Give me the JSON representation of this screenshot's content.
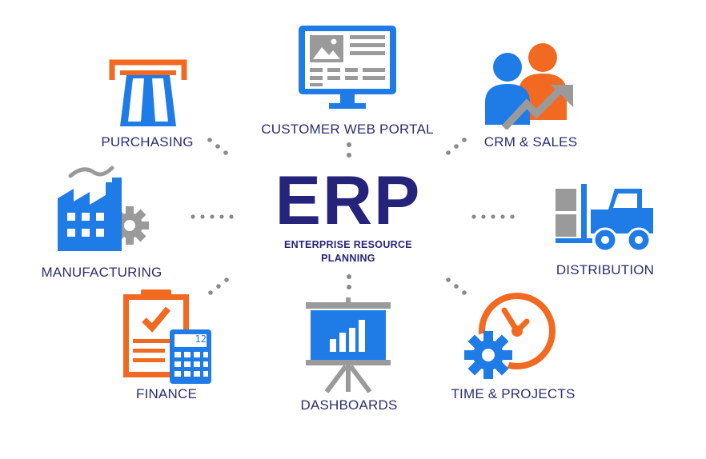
{
  "center": {
    "title": "ERP",
    "subtitle_line1": "ENTERPRISE RESOURCE",
    "subtitle_line2": "PLANNING"
  },
  "modules": [
    {
      "label": "CUSTOMER WEB PORTAL",
      "icon": "monitor-icon"
    },
    {
      "label": "CRM & SALES",
      "icon": "people-growth-icon"
    },
    {
      "label": "DISTRIBUTION",
      "icon": "forklift-icon"
    },
    {
      "label": "TIME & PROJECTS",
      "icon": "clock-gear-icon"
    },
    {
      "label": "DASHBOARDS",
      "icon": "presentation-board-icon"
    },
    {
      "label": "FINANCE",
      "icon": "clipboard-calculator-icon"
    },
    {
      "label": "MANUFACTURING",
      "icon": "factory-icon"
    },
    {
      "label": "PURCHASING",
      "icon": "card-reader-icon"
    }
  ],
  "calculator_display": "12",
  "colors": {
    "blue": "#1f7be6",
    "orange": "#f26a22",
    "navy": "#26237a",
    "label": "#2a2f6e",
    "gray": "#9a9a9a",
    "dots": "#8a8a8a"
  }
}
